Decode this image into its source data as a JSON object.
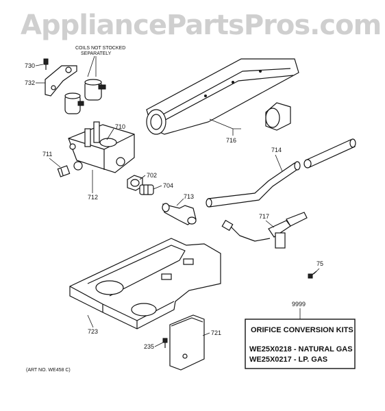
{
  "watermark": "AppliancePartsPros.com",
  "note_coils": [
    "COILS NOT STOCKED",
    "SEPARATELY"
  ],
  "art_no": "(ART NO. WE458 C)",
  "kit_box": {
    "title": "ORIFICE CONVERSION KITS",
    "line1": "WE25X0218 - NATURAL GAS",
    "line2": "WE25X0217 - LP. GAS"
  },
  "labels": {
    "p730": "730",
    "p732": "732",
    "p710": "710",
    "p711": "711",
    "p712": "712",
    "p702": "702",
    "p704": "704",
    "p713": "713",
    "p714": "714",
    "p716": "716",
    "p717": "717",
    "p75": "75",
    "p9999": "9999",
    "p723": "723",
    "p235": "235",
    "p721": "721"
  }
}
